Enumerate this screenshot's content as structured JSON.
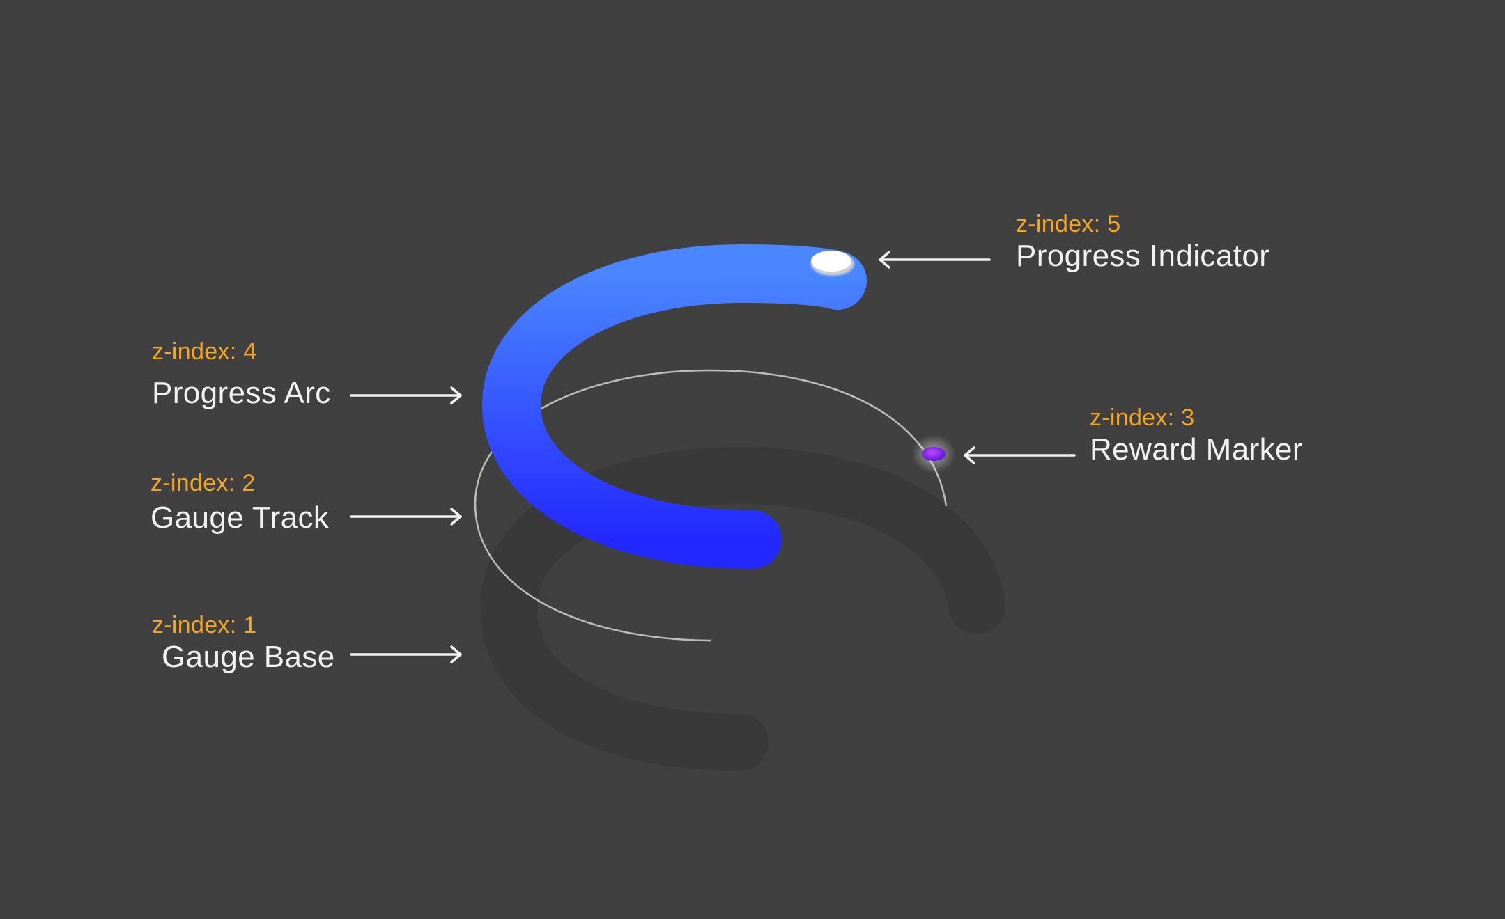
{
  "colors": {
    "background": "#404040",
    "z_index_text": "#F5A623",
    "label_text": "#F2F2F2",
    "arc_gradient_start": "#4A86FF",
    "arc_gradient_end": "#2328FF",
    "base_shadow": "#3A3A3A",
    "track_line": "#BDBDBD",
    "reward_marker": "#7B1FE0",
    "progress_indicator": "#FFFFFF"
  },
  "layers": {
    "progress_indicator": {
      "z_label": "z-index: 5",
      "name": "Progress Indicator"
    },
    "progress_arc": {
      "z_label": "z-index: 4",
      "name": "Progress Arc"
    },
    "reward_marker": {
      "z_label": "z-index: 3",
      "name": "Reward Marker"
    },
    "gauge_track": {
      "z_label": "z-index: 2",
      "name": "Gauge Track"
    },
    "gauge_base": {
      "z_label": "z-index: 1",
      "name": "Gauge Base"
    }
  }
}
